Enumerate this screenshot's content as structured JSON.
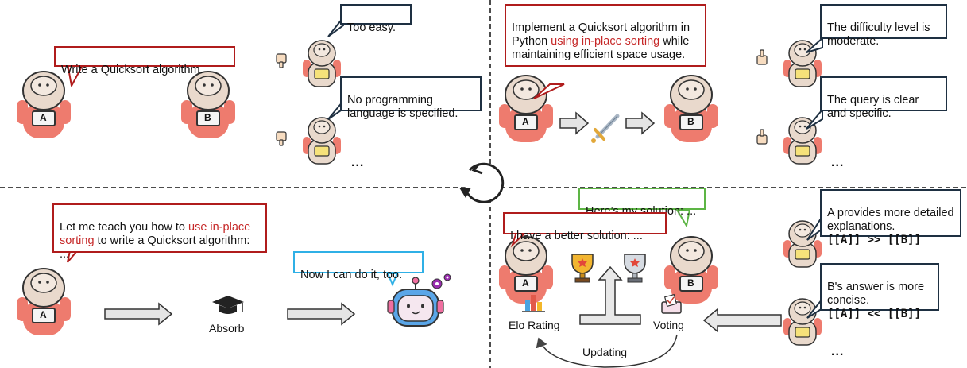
{
  "q1": {
    "prompt_a": "Write a Quicksort algorithm.",
    "critic_top": "Too easy.",
    "critic_bottom": "No programming language is specified.",
    "ellipsis": "..."
  },
  "q2": {
    "prompt_pre": "Implement a Quicksort algorithm in Python ",
    "prompt_hl": "using in-place sorting",
    "prompt_post": " while maintaining efficient space usage.",
    "critic_top": "The difficulty level is moderate.",
    "critic_bottom": "The query is clear and specific.",
    "ellipsis": "..."
  },
  "q3": {
    "teach_pre": "Let me teach you how to ",
    "teach_hl": "use in-place sorting",
    "teach_post": " to write a Quicksort algorithm: ...",
    "absorb_label": "Absorb",
    "student": "Now I can do it, too."
  },
  "q4": {
    "solution_b": "Here’s my solution: ...",
    "solution_a": "I have a better solution: ...",
    "judge_top_text": "A provides more detailed explanations.",
    "judge_top_verdict": "[[A]] >> [[B]]",
    "judge_bottom_text": "B's answer is more concise.",
    "judge_bottom_verdict": "[[A]] << [[B]]",
    "elo_label": "Elo Rating",
    "voting_label": "Voting",
    "updating_label": "Updating",
    "ellipsis": "..."
  },
  "agents": {
    "a_label": "A",
    "b_label": "B"
  },
  "colors": {
    "robot_a": "#ee7b6e",
    "robot_b": "#4fb244",
    "critic_yellow": "#f2d93b",
    "critic_blue": "#2f7fc5",
    "highlight": "#c62828"
  }
}
